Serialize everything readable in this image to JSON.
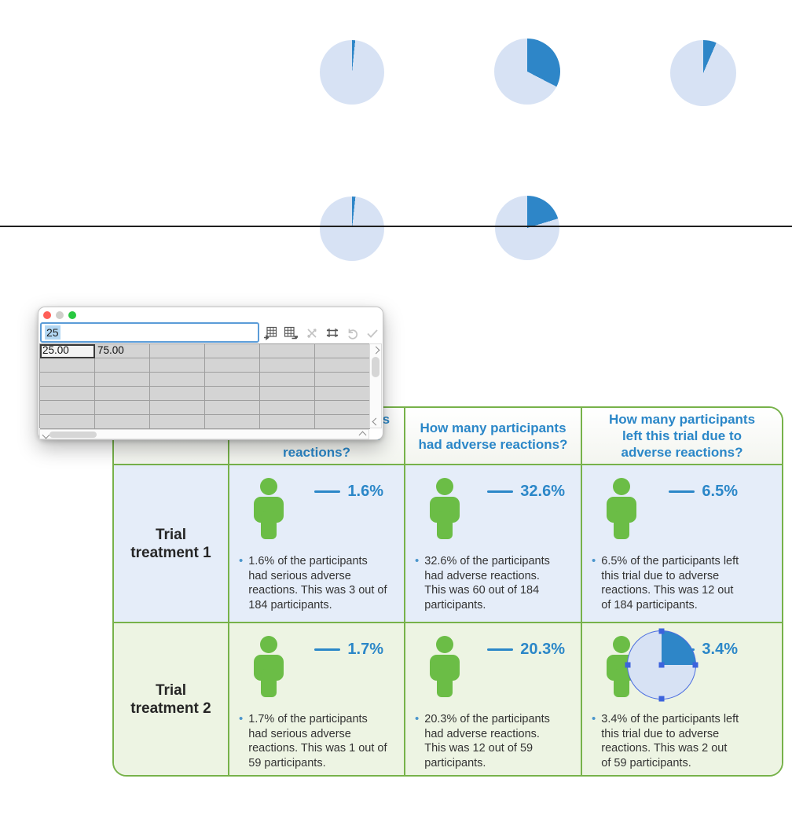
{
  "colors": {
    "pie_dark": "#2e86c8",
    "pie_light": "#d7e2f4",
    "accent_blue": "#2b87c8",
    "person_green": "#6bbd46",
    "table_border_green": "#77b24a",
    "row1_bg": "#e5edf9",
    "row2_bg": "#edf4e3",
    "selection_outline": "#4a6de0",
    "traffic_close": "#ff5f57",
    "traffic_minimize": "#cfcfcb",
    "traffic_zoom": "#28c840"
  },
  "pies": [
    {
      "name": "trial-1-serious-reactions",
      "percent": 1.6
    },
    {
      "name": "trial-1-adverse-reactions",
      "percent": 32.6
    },
    {
      "name": "trial-1-left-trial",
      "percent": 6.5
    },
    {
      "name": "trial-2-serious-reactions",
      "percent": 1.7
    },
    {
      "name": "trial-2-adverse-reactions",
      "percent": 20.3
    }
  ],
  "selected_pie": {
    "percent": 25,
    "values": [
      25.0,
      75.0
    ]
  },
  "data_editor": {
    "input_value": "25",
    "selected_cell": {
      "row": 0,
      "col": 0
    },
    "cells": [
      [
        "25.00",
        "75.00",
        "",
        "",
        "",
        ""
      ],
      [
        "",
        "",
        "",
        "",
        "",
        ""
      ],
      [
        "",
        "",
        "",
        "",
        "",
        ""
      ],
      [
        "",
        "",
        "",
        "",
        "",
        ""
      ],
      [
        "",
        "",
        "",
        "",
        "",
        ""
      ],
      [
        "",
        "",
        "",
        "",
        "",
        ""
      ]
    ],
    "toolbar": [
      {
        "name": "insert-row",
        "enabled": true
      },
      {
        "name": "insert-series",
        "enabled": true
      },
      {
        "name": "swap-series",
        "enabled": false
      },
      {
        "name": "resize-table",
        "enabled": true
      },
      {
        "name": "undo",
        "enabled": false
      },
      {
        "name": "apply",
        "enabled": false
      }
    ]
  },
  "table": {
    "headers": [
      "",
      "How many participants\nhad serious adverse\nreactions?",
      "How many participants\nhad adverse reactions?",
      "How many participants\nleft this trial due to\nadverse reactions?"
    ],
    "rows": [
      {
        "label": "Trial\ntreatment 1",
        "cells": [
          {
            "percent": "1.6%",
            "desc": "1.6% of the participants\nhad serious adverse\nreactions. This was 3 out of\n184 participants."
          },
          {
            "percent": "32.6%",
            "desc": "32.6% of the participants\nhad adverse reactions.\nThis was 60 out of 184\nparticipants."
          },
          {
            "percent": "6.5%",
            "desc": "6.5% of the participants left\nthis trial due to adverse\nreactions. This was 12 out\nof 184 participants."
          }
        ]
      },
      {
        "label": "Trial\ntreatment 2",
        "cells": [
          {
            "percent": "1.7%",
            "desc": "1.7% of the participants\nhad serious adverse\nreactions. This was 1 out of\n59 participants."
          },
          {
            "percent": "20.3%",
            "desc": "20.3% of the participants\nhad adverse reactions.\nThis was 12 out of 59\nparticipants."
          },
          {
            "percent": "3.4%",
            "desc": "3.4% of the participants left\nthis trial due to adverse\nreactions. This was 2 out\nof 59 participants."
          }
        ]
      }
    ]
  }
}
